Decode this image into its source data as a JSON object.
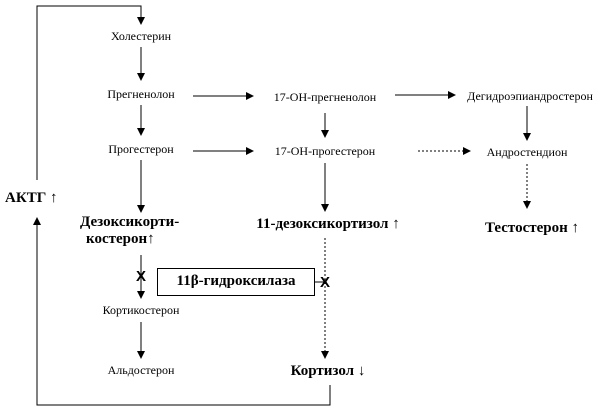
{
  "nodes": {
    "cholesterol": "Холестерин",
    "pregnenolone": "Прегненолон",
    "progesterone": "Прогестерон",
    "deoxycorticosterone_line1": "Дезоксикорти-",
    "deoxycorticosterone_line2": "костерон",
    "corticosterone": "Кортикостерон",
    "aldosterone": "Альдостерон",
    "oh17_pregnenolone": "17-ОН-прегненолон",
    "oh17_progesterone": "17-ОН-прогестерон",
    "deoxycortisol": "11-дезоксикортизол",
    "cortisol": "Кортизол",
    "dhea": "Дегидроэпиандростерон",
    "androstenedione": "Андростендион",
    "testosterone": "Тестостерон",
    "acth": "АКТГ"
  },
  "enzyme_box": "11β-гидроксилаза",
  "block_mark": "X",
  "symbols": {
    "up": "↑",
    "down": "↓"
  }
}
